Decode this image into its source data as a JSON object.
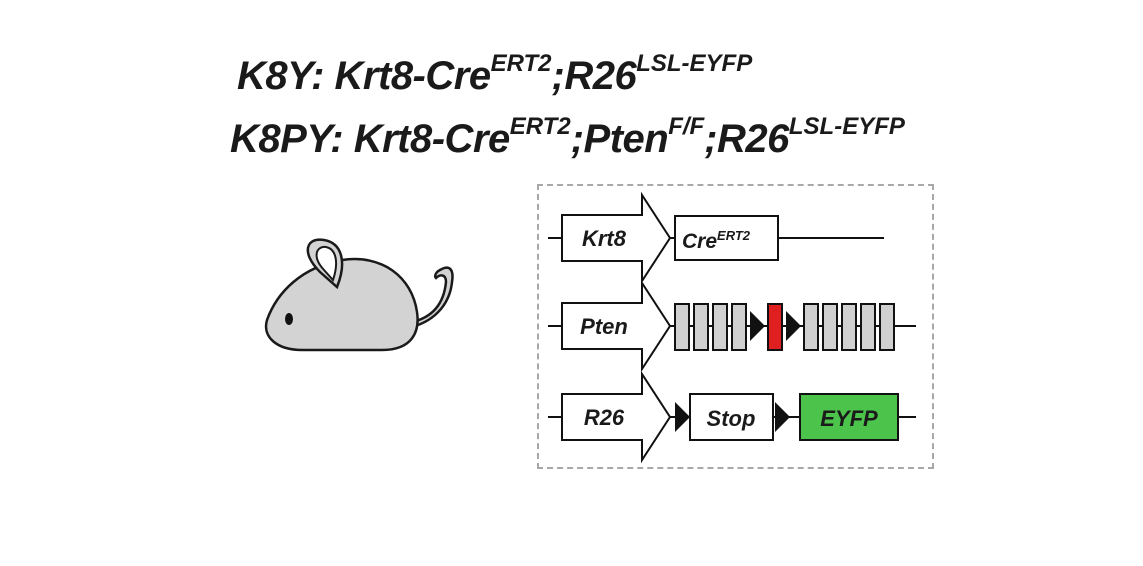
{
  "titles": {
    "line1": {
      "prefix": "K8Y: Krt8-Cre",
      "sup1": "ERT2",
      "mid": ";R26",
      "sup2": "LSL-EYFP"
    },
    "line2": {
      "prefix": "K8PY: Krt8-Cre",
      "sup1": "ERT2",
      "mid1": ";Pten",
      "sup2": "F/F",
      "mid2": ";R26",
      "sup3": "LSL-EYFP"
    }
  },
  "constructs": [
    {
      "promoter": "Krt8",
      "element": "Cre",
      "element_sup": "ERT2"
    },
    {
      "promoter": "Pten",
      "exons_before": 4,
      "floxed_exon_color": "#e02020",
      "exons_after": 5
    },
    {
      "promoter": "R26",
      "stop_label": "Stop",
      "reporter_label": "EYFP",
      "reporter_color": "#4cc44c"
    }
  ],
  "colors": {
    "mouse_body": "#d3d3d3",
    "exon": "#d0d0d0",
    "loxp": "#111111",
    "panel_border": "#a8a8a8"
  }
}
